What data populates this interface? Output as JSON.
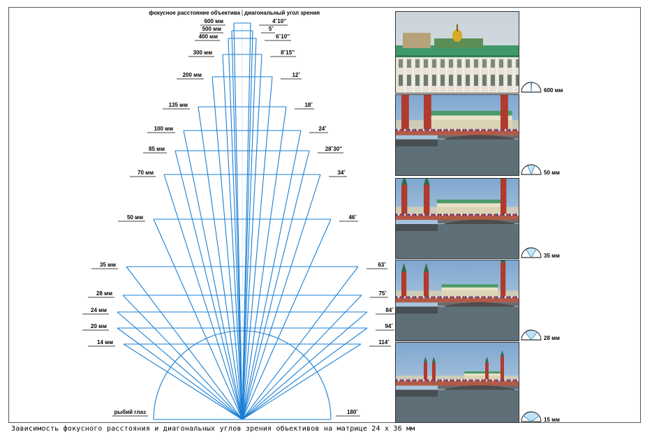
{
  "header": {
    "left": "фокусное расстояние объектива",
    "right": "диагональный угол зрения"
  },
  "lenses": [
    {
      "focal": "600 мм",
      "angle": "4˚10''"
    },
    {
      "focal": "500 мм",
      "angle": "5˚"
    },
    {
      "focal": "400 мм",
      "angle": "6˚10''"
    },
    {
      "focal": "300 мм",
      "angle": "8˚15''"
    },
    {
      "focal": "200 мм",
      "angle": "12˚"
    },
    {
      "focal": "135 мм",
      "angle": "18˚"
    },
    {
      "focal": "100 мм",
      "angle": "24˚"
    },
    {
      "focal": "85 мм",
      "angle": "28˚30''"
    },
    {
      "focal": "70 мм",
      "angle": "34˚"
    },
    {
      "focal": "50 мм",
      "angle": "46˚"
    },
    {
      "focal": "35 мм",
      "angle": "63˚"
    },
    {
      "focal": "28 мм",
      "angle": "75˚"
    },
    {
      "focal": "24 мм",
      "angle": "84˚"
    },
    {
      "focal": "20 мм",
      "angle": "94˚"
    },
    {
      "focal": "14 мм",
      "angle": "114˚"
    }
  ],
  "fisheye": {
    "label": "рыбий глаз",
    "angle": "180˚"
  },
  "photos": [
    {
      "label": "600 мм",
      "angle_deg": 4.2
    },
    {
      "label": "50 мм",
      "angle_deg": 46
    },
    {
      "label": "35 мм",
      "angle_deg": 63
    },
    {
      "label": "28 мм",
      "angle_deg": 75
    },
    {
      "label": "15 мм",
      "angle_deg": 110
    }
  ],
  "caption": "Зависимость фокусного расстояния и диагональных углов зрения объективов на матрице 24 x 36 мм",
  "colors": {
    "line": "#1a7fd4",
    "fov_fill": "#bfe4f7",
    "frame": "#555555"
  }
}
